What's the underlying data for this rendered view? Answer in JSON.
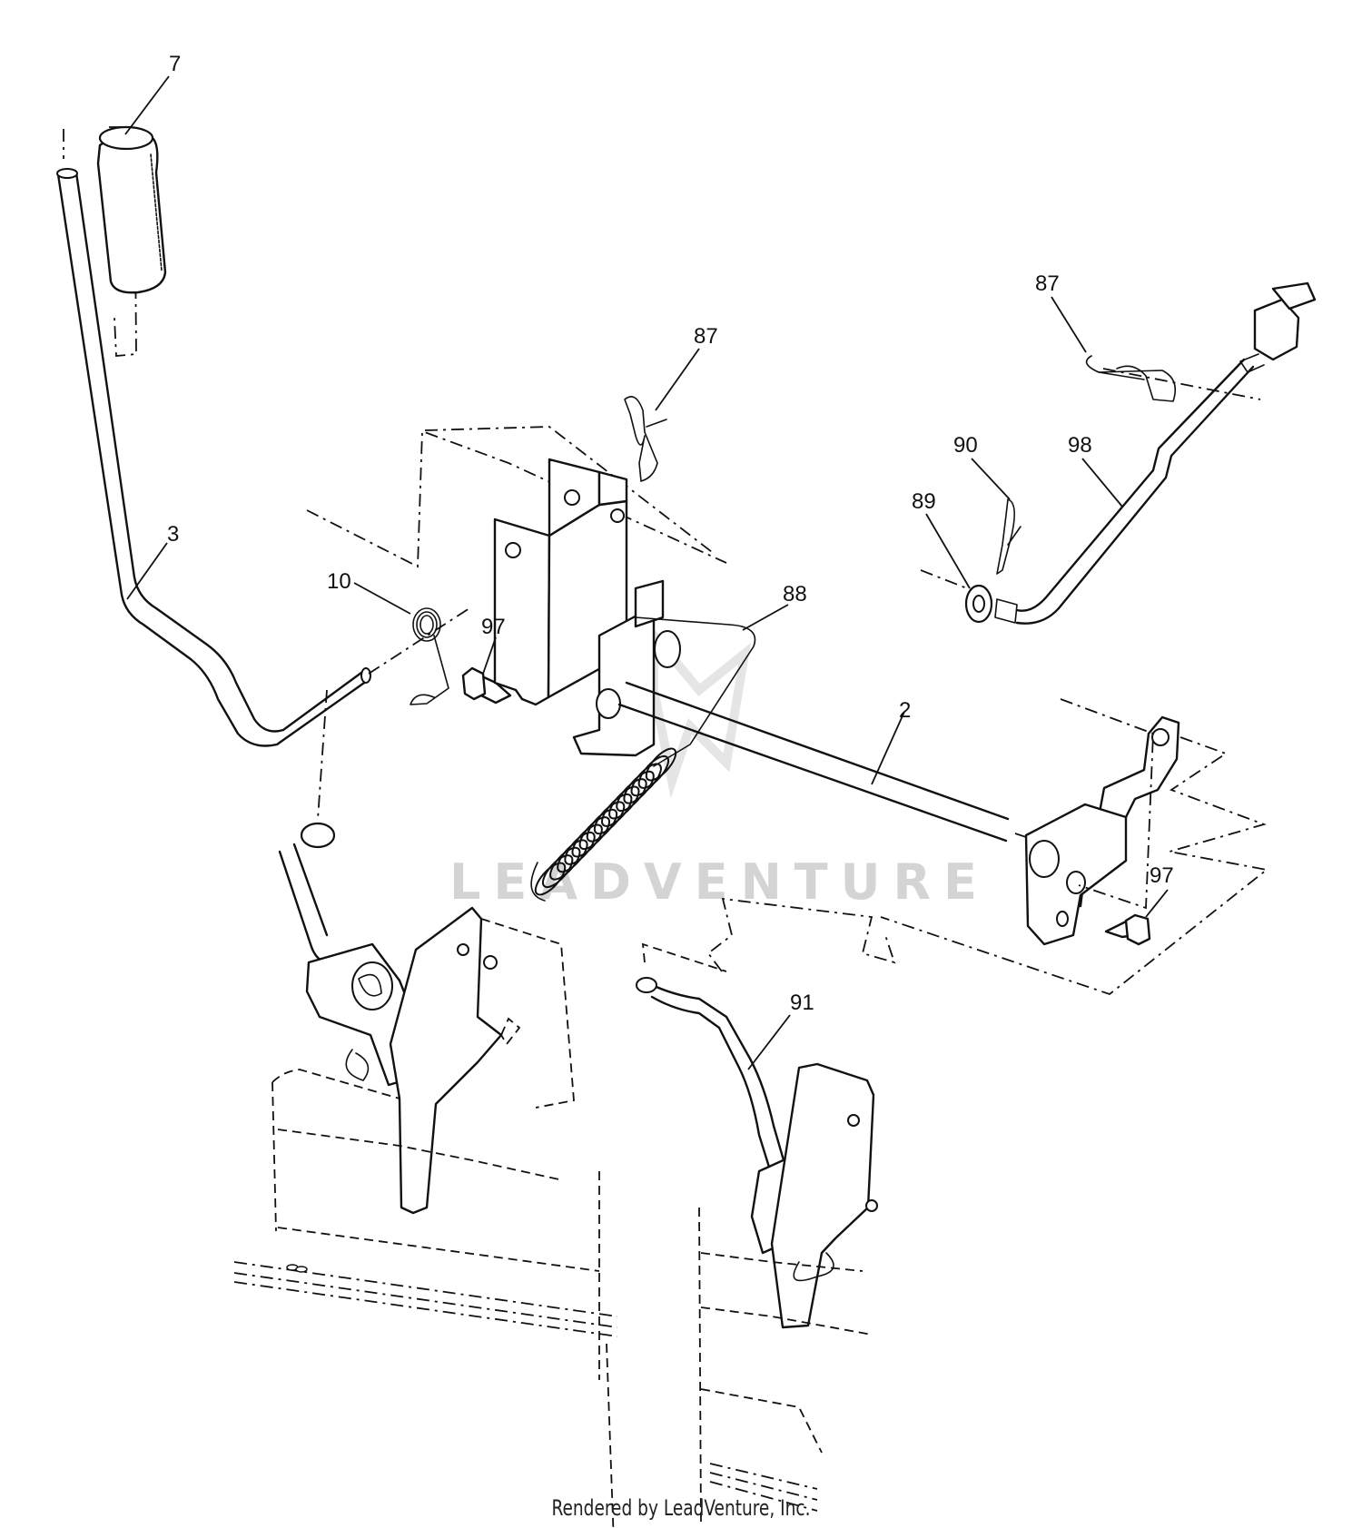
{
  "callouts": {
    "c7": "7",
    "c3": "3",
    "c10": "10",
    "c97a": "97",
    "c87a": "87",
    "c88": "88",
    "c2": "2",
    "c87b": "87",
    "c90": "90",
    "c98": "98",
    "c89": "89",
    "c97b": "97",
    "c91": "91"
  },
  "watermark": "LEADVENTURE",
  "footer": "Rendered by LeadVenture, Inc."
}
